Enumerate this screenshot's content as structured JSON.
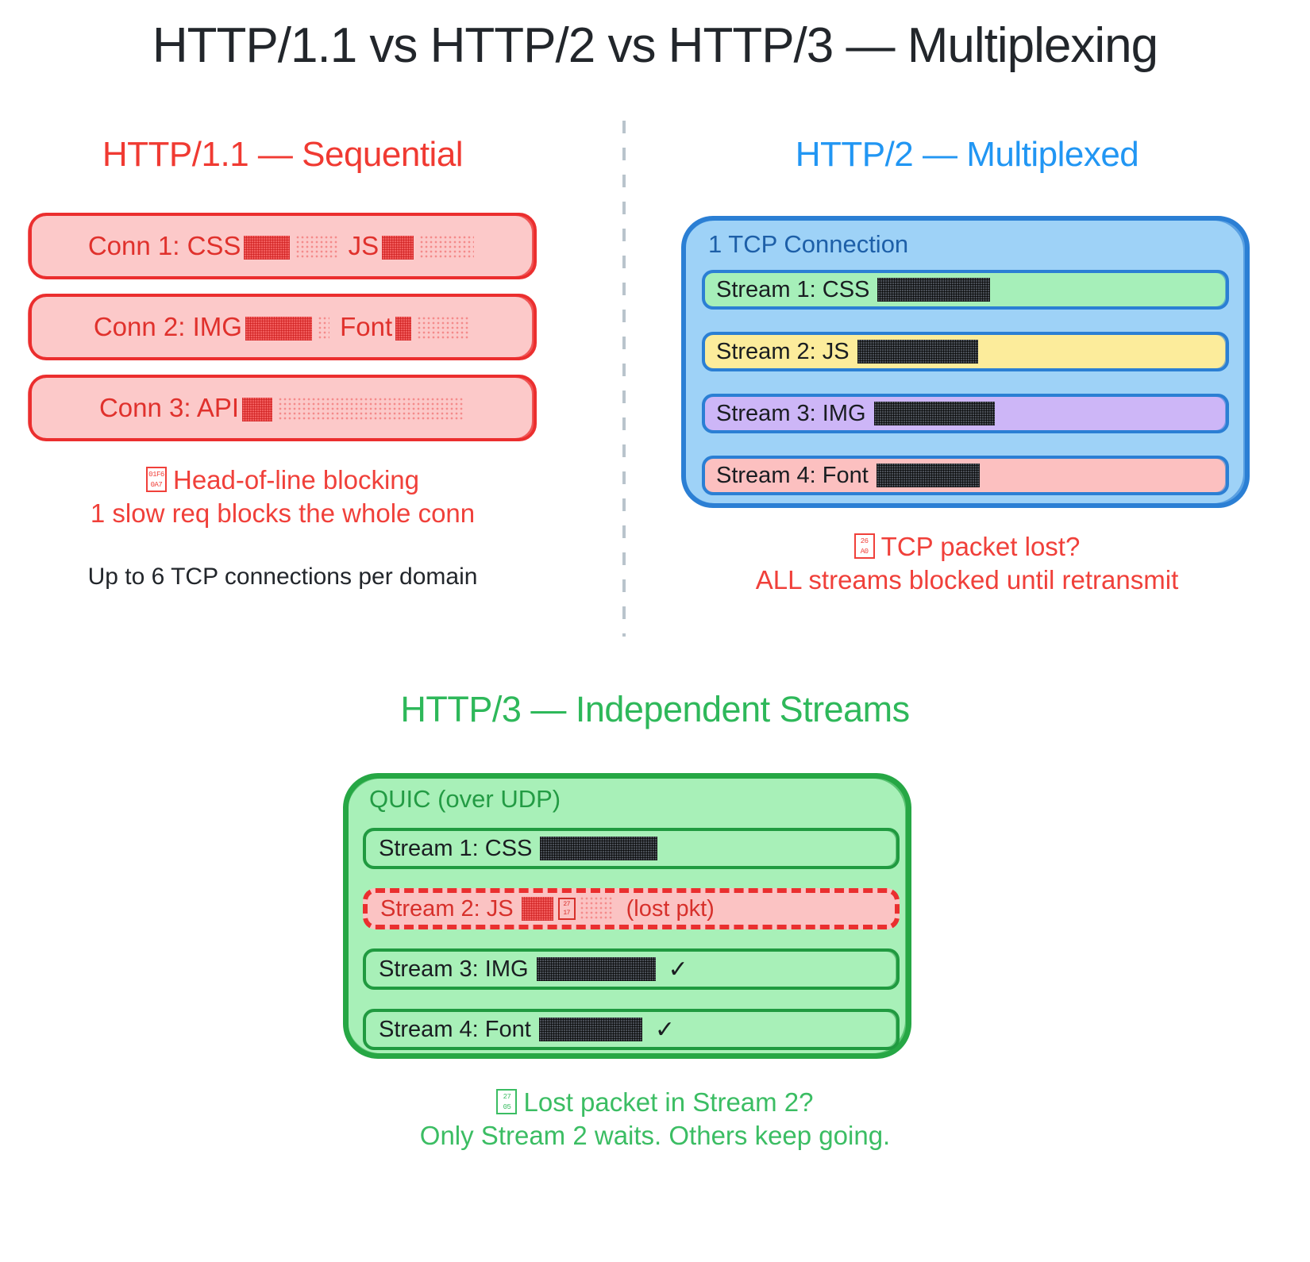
{
  "title": "HTTP/1.1 vs HTTP/2 vs HTTP/3 — Multiplexing",
  "colors": {
    "http11": "#f03a32",
    "http2": "#2196f3",
    "http3": "#2eb85a",
    "title": "#22262b",
    "divider": "#b9c4cc"
  },
  "http11": {
    "heading": "HTTP/1.1 — Sequential",
    "connections": [
      {
        "label": "Conn 1: CSS",
        "label2": "JS"
      },
      {
        "label": "Conn 2: IMG",
        "label2": "Font"
      },
      {
        "label": "Conn 3: API",
        "label2": ""
      }
    ],
    "note_icon_hi": "01F6",
    "note_icon_lo": "0A7",
    "note_line1": "Head-of-line blocking",
    "note_line2": "1 slow req blocks the whole conn",
    "footnote": "Up to 6 TCP connections per domain"
  },
  "http2": {
    "heading": "HTTP/2 — Multiplexed",
    "box_title": "1 TCP Connection",
    "streams": [
      {
        "label": "Stream 1: CSS",
        "color": "#a6efb9",
        "fill_pct": 22
      },
      {
        "label": "Stream 2: JS",
        "color": "#fcec9b",
        "fill_pct": 30
      },
      {
        "label": "Stream 3: IMG",
        "color": "#cdb6f7",
        "fill_pct": 25
      },
      {
        "label": "Stream 4: Font",
        "color": "#fcc0c0",
        "fill_pct": 24
      }
    ],
    "note_icon_hi": "26",
    "note_icon_lo": "A0",
    "note_line1": "TCP packet lost?",
    "note_line2": "ALL streams blocked until retransmit"
  },
  "http3": {
    "heading": "HTTP/3 — Independent Streams",
    "box_title": "QUIC (over UDP)",
    "streams": [
      {
        "label": "Stream 1: CSS",
        "status": "",
        "suffix": "",
        "lost": false
      },
      {
        "label": "Stream 2: JS",
        "status": "",
        "suffix": "(lost pkt)",
        "lost": true,
        "icon_hi": "27",
        "icon_lo": "17"
      },
      {
        "label": "Stream 3: IMG",
        "status": "✓",
        "suffix": "",
        "lost": false
      },
      {
        "label": "Stream 4: Font",
        "status": "✓",
        "suffix": "",
        "lost": false
      }
    ],
    "note_icon_hi": "27",
    "note_icon_lo": "05",
    "note_line1": "Lost packet in Stream 2?",
    "note_line2": "Only Stream 2 waits. Others keep going."
  }
}
